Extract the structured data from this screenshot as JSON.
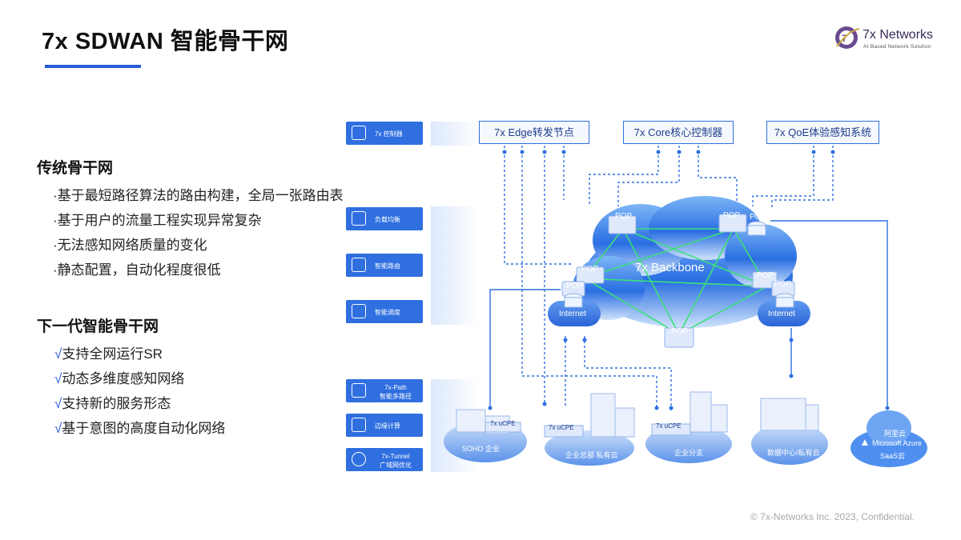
{
  "header": {
    "title": "7x SDWAN 智能骨干网",
    "logo_name": "7x Networks",
    "logo_tagline": "AI Based Network Solution"
  },
  "traditional": {
    "heading": "传统骨干网",
    "items": [
      "·基于最短路径算法的路由构建，全局一张路由表",
      "·基于用户的流量工程实现异常复杂",
      "·无法感知网络质量的变化",
      "·静态配置，自动化程度很低"
    ]
  },
  "nextgen": {
    "heading": "下一代智能骨干网",
    "check": "√",
    "items": [
      "支持全网运行SR",
      "动态多维度感知网络",
      "支持新的服务形态",
      "基于意图的高度自动化网络"
    ]
  },
  "diagram": {
    "left_buttons": [
      {
        "label": "7x 控制器",
        "icon": "controller-icon"
      },
      {
        "label": "负载均衡",
        "icon": "load-balancer-icon"
      },
      {
        "label": "智能路由",
        "icon": "router-icon"
      },
      {
        "label": "智能调度",
        "icon": "scheduler-icon"
      },
      {
        "label": "7x-Path\n智能多路径",
        "icon": "multipath-icon"
      },
      {
        "label": "边缘计算",
        "icon": "edge-compute-icon"
      },
      {
        "label": "7x-Tunnel\n广域网优化",
        "icon": "globe-icon"
      }
    ],
    "top_boxes": [
      "7x  Edge转发节点",
      "7x  Core核心控制器",
      "7x  QoE体验感知系统"
    ],
    "backbone_label": "7x Backbone",
    "pop_label": "POP",
    "internet_label": "Internet",
    "ucpe_label": "7x uCPE",
    "sites": [
      "SOHO 企业",
      "企业总部 私有云",
      "企业分支",
      "数据中心/私有云"
    ],
    "cloud_site": {
      "line1": "阿里云",
      "line2": "Microsoft Azure",
      "line3": "SaaS云"
    },
    "colors": {
      "accent": "#2f6fe0",
      "backbone": "#2b6fe0",
      "mesh": "#3be07a",
      "dashed": "#2f6fe0"
    }
  },
  "footer": "© 7x-Networks Inc. 2023, Confidential."
}
